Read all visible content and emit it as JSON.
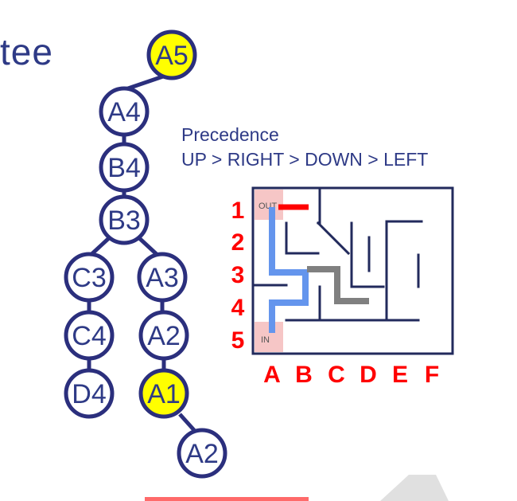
{
  "title_fragment": "tee",
  "precedence": {
    "heading": "Precedence",
    "order": "UP > RIGHT > DOWN > LEFT"
  },
  "tree": {
    "nodes": [
      {
        "id": "n-a5",
        "label": "A5",
        "highlighted": true
      },
      {
        "id": "n-a4",
        "label": "A4",
        "highlighted": false
      },
      {
        "id": "n-b4",
        "label": "B4",
        "highlighted": false
      },
      {
        "id": "n-b3",
        "label": "B3",
        "highlighted": false
      },
      {
        "id": "n-c3",
        "label": "C3",
        "highlighted": false
      },
      {
        "id": "n-a3",
        "label": "A3",
        "highlighted": false
      },
      {
        "id": "n-c4",
        "label": "C4",
        "highlighted": false
      },
      {
        "id": "n-a2",
        "label": "A2",
        "highlighted": false
      },
      {
        "id": "n-d4",
        "label": "D4",
        "highlighted": false
      },
      {
        "id": "n-a1",
        "label": "A1",
        "highlighted": true
      },
      {
        "id": "n-a2b",
        "label": "A2",
        "highlighted": false
      }
    ],
    "edges": [
      [
        "n-a5",
        "n-a4"
      ],
      [
        "n-a4",
        "n-b4"
      ],
      [
        "n-b4",
        "n-b3"
      ],
      [
        "n-b3",
        "n-c3"
      ],
      [
        "n-b3",
        "n-a3"
      ],
      [
        "n-c3",
        "n-c4"
      ],
      [
        "n-c4",
        "n-d4"
      ],
      [
        "n-a3",
        "n-a2"
      ],
      [
        "n-a2",
        "n-a1"
      ],
      [
        "n-a1",
        "n-a2b"
      ]
    ]
  },
  "maze": {
    "row_labels": [
      "1",
      "2",
      "3",
      "4",
      "5"
    ],
    "col_labels": [
      "A",
      "B",
      "C",
      "D",
      "E",
      "F"
    ],
    "out_label": "OUT",
    "in_label": "IN"
  },
  "colors": {
    "node_stroke": "#2b2f7d",
    "node_highlight": "#ffff00",
    "label_red": "#ff0000",
    "path_blue": "#6495ed",
    "path_gray": "#808080"
  }
}
